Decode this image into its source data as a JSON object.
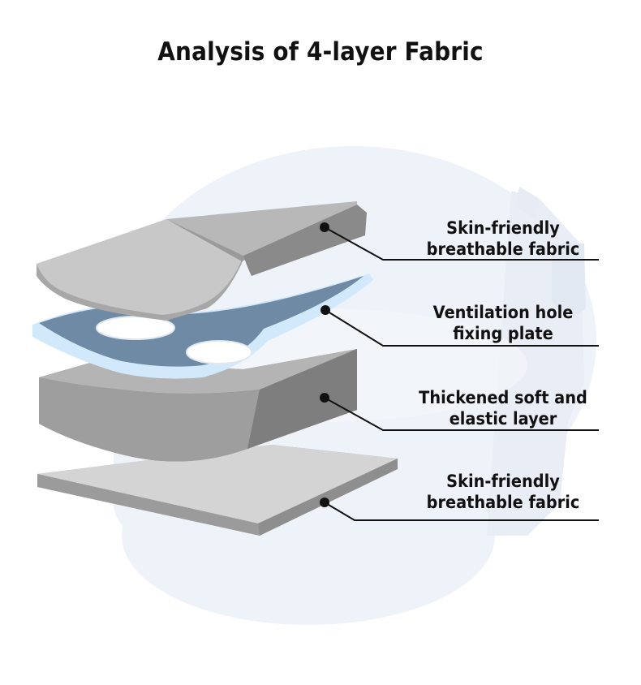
{
  "title": "Analysis of 4-layer Fabric",
  "layers": [
    {
      "line1": "Skin-friendly",
      "line2": "breathable fabric"
    },
    {
      "line1": "Ventilation hole",
      "line2": "fixing plate"
    },
    {
      "line1": "Thickened soft and",
      "line2": "elastic layer"
    },
    {
      "line1": "Skin-friendly",
      "line2": "breathable fabric"
    }
  ],
  "colors": {
    "background_cushion": "#eef2f9",
    "top_fabric": "#c2c2c2",
    "plate_blue": "#6f8aa3",
    "plate_edge": "#cfe6fb",
    "foam": "#8c8c8c",
    "bottom_fabric": "#cfcfcf",
    "leader_line": "#111111"
  }
}
